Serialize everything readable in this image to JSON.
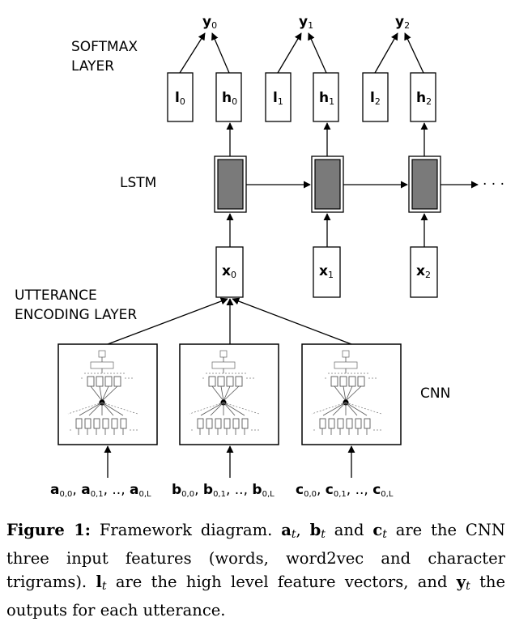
{
  "labels": {
    "softmax_line1": "SOFTMAX",
    "softmax_line2": "LAYER",
    "lstm": "LSTM",
    "encoding_line1": "UTTERANCE",
    "encoding_line2": "ENCODING LAYER",
    "cnn": "CNN",
    "ellipsis": "· · ·"
  },
  "outputs": [
    "y",
    "y",
    "y"
  ],
  "output_subs": [
    "0",
    "1",
    "2"
  ],
  "l_nodes": [
    "l",
    "l",
    "l"
  ],
  "h_nodes": [
    "h",
    "h",
    "h"
  ],
  "x_nodes": [
    "x",
    "x",
    "x"
  ],
  "node_subs": [
    "0",
    "1",
    "2"
  ],
  "inputs": [
    {
      "sym": "a",
      "subs": [
        "0,0",
        "0,1",
        "0,L"
      ]
    },
    {
      "sym": "b",
      "subs": [
        "0,0",
        "0,1",
        "0,L"
      ]
    },
    {
      "sym": "c",
      "subs": [
        "0,0",
        "0,1",
        "0,L"
      ]
    }
  ],
  "input_sep": ",",
  "input_dots": "..",
  "caption": {
    "figure_label": "Figure 1:",
    "text1": " Framework diagram. ",
    "sym_a": "a",
    "sub_t": "t",
    "sep1": ", ",
    "sym_b": "b",
    "and": " and ",
    "sym_c": "c",
    "text2": " are the CNN three input features (words, word2vec and character trigrams). ",
    "sym_l": "l",
    "text3": " are the high level feature vectors, and ",
    "sym_y": "y",
    "text4": " the outputs for each utterance."
  }
}
